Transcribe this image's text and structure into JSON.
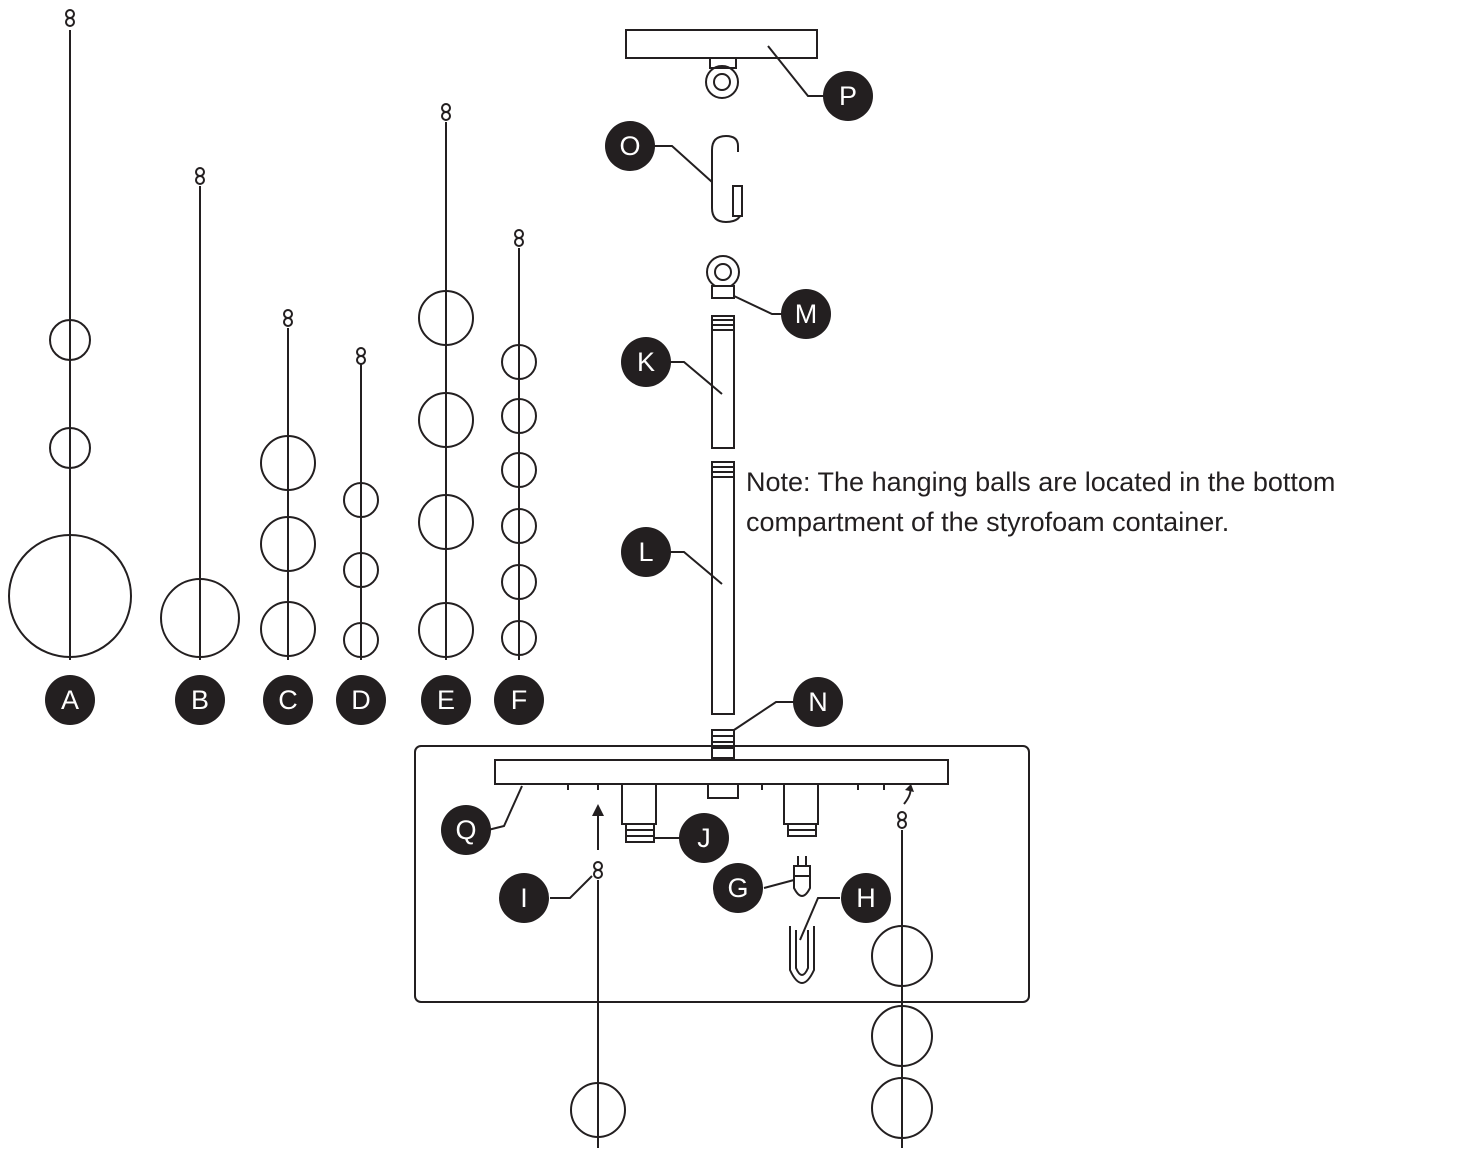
{
  "labels": {
    "A": "A",
    "B": "B",
    "C": "C",
    "D": "D",
    "E": "E",
    "F": "F",
    "G": "G",
    "H": "H",
    "I": "I",
    "J": "J",
    "K": "K",
    "L": "L",
    "M": "M",
    "N": "N",
    "O": "O",
    "P": "P",
    "Q": "Q"
  },
  "note": {
    "line1": "Note:  The hanging balls are located in the bottom",
    "line2": "compartment of the styrofoam container."
  },
  "colors": {
    "ink": "#231f20",
    "background": "#ffffff"
  }
}
